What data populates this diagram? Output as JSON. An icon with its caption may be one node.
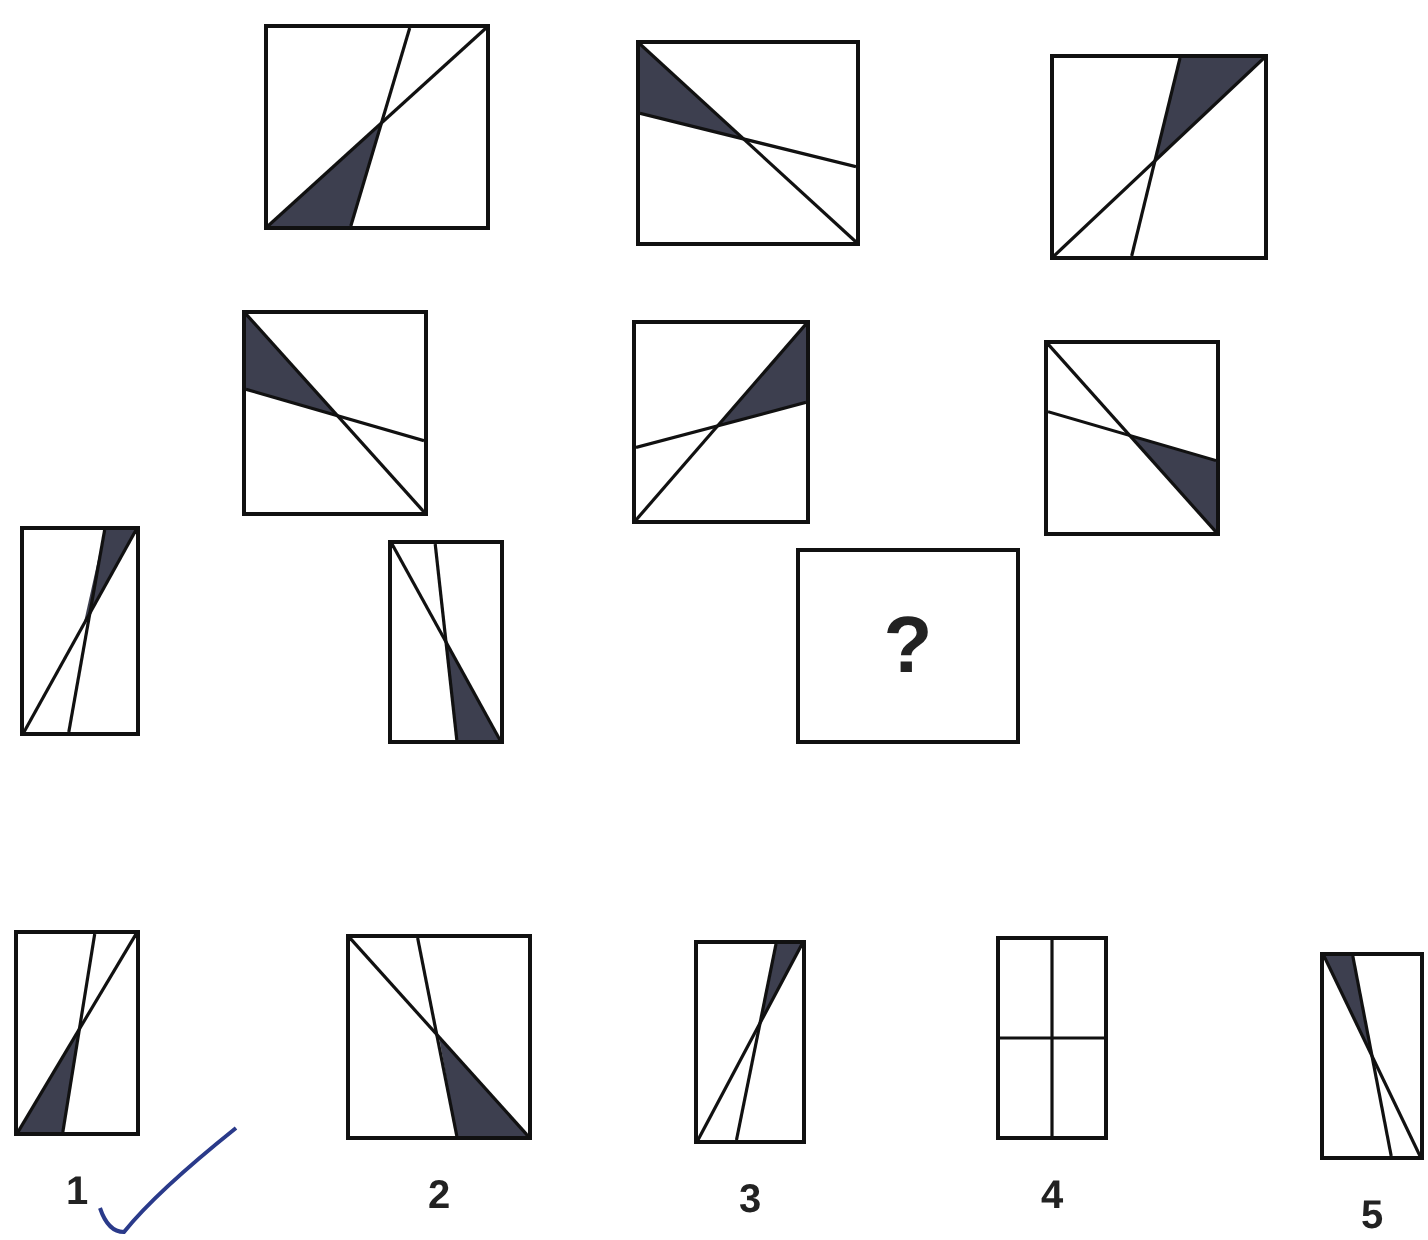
{
  "diagram": {
    "nodes": [
      {
        "text": [],
        "shape": "box"
      },
      {
        "text": [],
        "shape": "box"
      },
      {
        "text": [],
        "shape": "box"
      },
      {
        "text": [],
        "shape": "box"
      },
      {
        "text": [],
        "shape": "box"
      },
      {
        "text": [],
        "shape": "box"
      },
      {
        "text": [],
        "shape": "box"
      },
      {
        "text": [],
        "shape": "box"
      },
      {
        "text": [
          "?"
        ]
      },
      {
        "text": [],
        "shape": "box",
        "beside": [
          "1"
        ]
      },
      {
        "text": [],
        "shape": "box",
        "beside": [
          "2"
        ]
      },
      {
        "text": [],
        "shape": "box",
        "beside": [
          "3"
        ]
      },
      {
        "text": [],
        "shape": "box",
        "beside": [
          "4"
        ]
      },
      {
        "text": [],
        "shape": "box",
        "beside": [
          "5"
        ]
      }
    ]
  }
}
